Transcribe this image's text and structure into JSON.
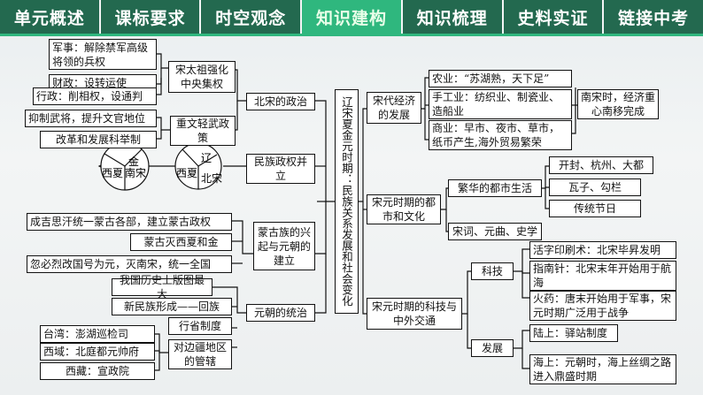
{
  "tabs": [
    "单元概述",
    "课标要求",
    "时空观念",
    "知识建构",
    "知识梳理",
    "史料实证",
    "链接中考"
  ],
  "active_tab": "知识建构",
  "center": "辽宋夏金元时期：民族关系发展和社会变化",
  "left": {
    "beisong_politics": "北宋的政治",
    "centralize": "宋太祖强化中央集权",
    "military": "军事：解除禁军高级将领的兵权",
    "finance": "财政：设转运使",
    "admin": "行政：削相权，设通判",
    "wen_policy": "重文轻武政策",
    "suppress": "抑制武将，提升文官地位",
    "exam": "改革和发展科举制",
    "coexist": "民族政权并立",
    "circle1": {
      "a": "辽",
      "b": "西夏",
      "c": "北宋"
    },
    "circle2": {
      "a": "金",
      "b": "西夏",
      "c": "南宋"
    },
    "mongol": "蒙古族的兴起与元朝的建立",
    "genghis": "成吉思汗统一蒙古各部，建立蒙古政权",
    "destroy": "蒙古灭西夏和金",
    "kublai": "忽必烈改国号为元，灭南宋，统一全国",
    "yuan": "元朝的统治",
    "territory": "我国历史上版图最大",
    "hui": "新民族形成——回族",
    "province": "行省制度",
    "frontier": "对边疆地区的管辖",
    "taiwan": "台湾：澎湖巡检司",
    "xiyu": "西域：北庭都元帅府",
    "xizang": "西藏：宣政院"
  },
  "right": {
    "song_economy": "宋代经济的发展",
    "agri": "农业：“苏湖熟，天下足”",
    "handicraft": "手工业：纺织业、制瓷业、造船业",
    "commerce": "商业：早市、夜市、草市，纸币产生,海外贸易繁荣",
    "south_shift": "南宋时，经济重心南移完成",
    "city_culture": "宋元时期的都市和文化",
    "city_life": "繁华的都市生活",
    "cities": "开封、杭州、大都",
    "wazi": "瓦子、勾栏",
    "festivals": "传统节日",
    "literature": "宋词、元曲、史学",
    "sci_trade": "宋元时期的科技与中外交通",
    "tech": "科技",
    "printing": "活字印刷术：北宋毕昇发明",
    "compass": "指南针：北宋末年开始用于航海",
    "gunpowder": "火药：唐末开始用于军事，宋元时期广泛用于战争",
    "develop": "发展",
    "land": "陆上：驿站制度",
    "sea": "海上：元朝时，海上丝绸之路进入鼎盛时期"
  }
}
